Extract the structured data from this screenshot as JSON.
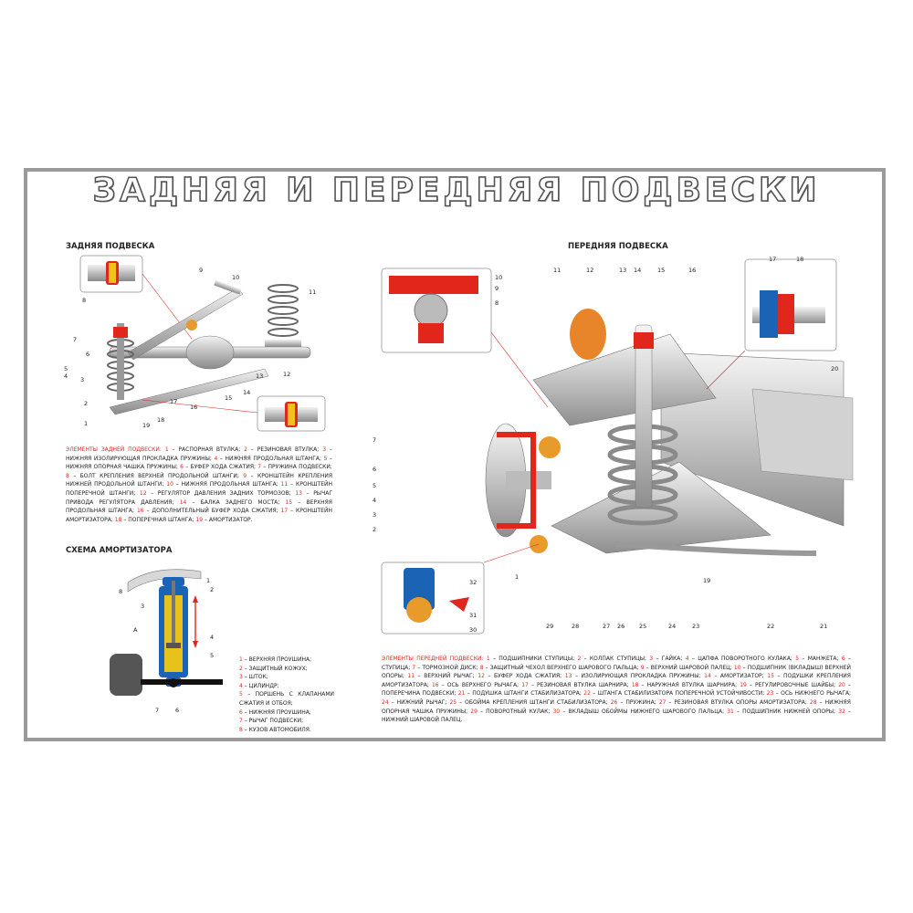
{
  "title": "ЗАДНЯЯ И ПЕРЕДНЯЯ ПОДВЕСКИ",
  "rear": {
    "heading": "ЗАДНЯЯ ПОДВЕСКА",
    "legend_title": "ЭЛЕМЕНТЫ ЗАДНЕЙ ПОДВЕСКИ:",
    "items": [
      {
        "n": "1",
        "t": "РАСПОРНАЯ ВТУЛКА;"
      },
      {
        "n": "2",
        "t": "РЕЗИНОВАЯ ВТУЛКА;"
      },
      {
        "n": "3",
        "t": "НИЖНЯЯ ИЗОЛИРУЮЩАЯ ПРОКЛАДКА ПРУЖИНЫ;"
      },
      {
        "n": "4",
        "t": "НИЖНЯЯ ПРОДОЛЬНАЯ ШТАНГА;"
      },
      {
        "n": "5",
        "t": "НИЖНЯЯ ОПОРНАЯ ЧАШКА ПРУЖИНЫ;"
      },
      {
        "n": "6",
        "t": "БУФЕР ХОДА СЖАТИЯ;"
      },
      {
        "n": "7",
        "t": "ПРУЖИНА ПОДВЕСКИ;"
      },
      {
        "n": "8",
        "t": "БОЛТ КРЕПЛЕНИЯ ВЕРХНЕЙ ПРОДОЛЬНОЙ ШТАНГИ;"
      },
      {
        "n": "9",
        "t": "КРОНШТЕЙН КРЕПЛЕНИЯ НИЖНЕЙ ПРОДОЛЬНОЙ ШТАНГИ;"
      },
      {
        "n": "10",
        "t": "НИЖНЯЯ ПРОДОЛЬНАЯ ШТАНГА;"
      },
      {
        "n": "11",
        "t": "КРОНШТЕЙН ПОПЕРЕЧНОЙ ШТАНГИ;"
      },
      {
        "n": "12",
        "t": "РЕГУЛЯТОР ДАВЛЕНИЯ ЗАДНИХ ТОРМОЗОВ;"
      },
      {
        "n": "13",
        "t": "РЫЧАГ ПРИВОДА РЕГУЛЯТОРА ДАВЛЕНИЯ;"
      },
      {
        "n": "14",
        "t": "БАЛКА ЗАДНЕГО МОСТА;"
      },
      {
        "n": "15",
        "t": "ВЕРХНЯЯ ПРОДОЛЬНАЯ ШТАНГА;"
      },
      {
        "n": "16",
        "t": "ДОПОЛНИТЕЛЬНЫЙ БУФЕР ХОДА СЖАТИЯ;"
      },
      {
        "n": "17",
        "t": "КРОНШТЕЙН АМОРТИЗАТОРА;"
      },
      {
        "n": "18",
        "t": "ПОПЕРЕЧНАЯ ШТАНГА;"
      },
      {
        "n": "19",
        "t": "АМОРТИЗАТОР."
      }
    ]
  },
  "shock": {
    "heading": "СХЕМА АМОРТИЗАТОРА",
    "items": [
      {
        "n": "1",
        "t": "ВЕРХНЯЯ ПРОУШИНА;"
      },
      {
        "n": "2",
        "t": "ЗАЩИТНЫЙ КОЖУХ;"
      },
      {
        "n": "3",
        "t": "ШТОК;"
      },
      {
        "n": "4",
        "t": "ЦИЛИНДР;"
      },
      {
        "n": "5",
        "t": "ПОРШЕНЬ С КЛАПАНАМИ СЖАТИЯ И ОТБОЯ;"
      },
      {
        "n": "6",
        "t": "НИЖНЯЯ ПРОУШИНА;"
      },
      {
        "n": "7",
        "t": "РЫЧАГ ПОДВЕСКИ;"
      },
      {
        "n": "8",
        "t": "КУЗОВ АВТОМОБИЛЯ."
      }
    ]
  },
  "front": {
    "heading": "ПЕРЕДНЯЯ ПОДВЕСКА",
    "legend_title": "ЭЛЕМЕНТЫ ПЕРЕДНЕЙ ПОДВЕСКИ:",
    "items": [
      {
        "n": "1",
        "t": "ПОДШИПНИКИ СТУПИЦЫ;"
      },
      {
        "n": "2",
        "t": "КОЛПАК СТУПИЦЫ;"
      },
      {
        "n": "3",
        "t": "ГАЙКА;"
      },
      {
        "n": "4",
        "t": "ЦАПФА ПОВОРОТНОГО КУЛАКА;"
      },
      {
        "n": "5",
        "t": "МАНЖЕТА;"
      },
      {
        "n": "6",
        "t": "СТУПИЦА;"
      },
      {
        "n": "7",
        "t": "ТОРМОЗНОЙ ДИСК;"
      },
      {
        "n": "8",
        "t": "ЗАЩИТНЫЙ ЧЕХОЛ ВЕРХНЕГО ШАРОВОГО ПАЛЬЦА;"
      },
      {
        "n": "9",
        "t": "ВЕРХНИЙ ШАРОВОЙ ПАЛЕЦ;"
      },
      {
        "n": "10",
        "t": "ПОДШИПНИК (ВКЛАДЫШ) ВЕРХНЕЙ ОПОРЫ;"
      },
      {
        "n": "11",
        "t": "ВЕРХНИЙ РЫЧАГ;"
      },
      {
        "n": "12",
        "t": "БУФЕР ХОДА СЖАТИЯ;"
      },
      {
        "n": "13",
        "t": "ИЗОЛИРУЮЩАЯ ПРОКЛАДКА ПРУЖИНЫ;"
      },
      {
        "n": "14",
        "t": "АМОРТИЗАТОР;"
      },
      {
        "n": "15",
        "t": "ПОДУШКИ КРЕПЛЕНИЯ АМОРТИЗАТОРА;"
      },
      {
        "n": "16",
        "t": "ОСЬ ВЕРХНЕГО РЫЧАГА;"
      },
      {
        "n": "17",
        "t": "РЕЗИНОВАЯ ВТУЛКА ШАРНИРА;"
      },
      {
        "n": "18",
        "t": "НАРУЖНАЯ ВТУЛКА ШАРНИРА;"
      },
      {
        "n": "19",
        "t": "РЕГУЛИРОВОЧНЫЕ ШАЙБЫ;"
      },
      {
        "n": "20",
        "t": "ПОПЕРЕЧИНА ПОДВЕСКИ;"
      },
      {
        "n": "21",
        "t": "ПОДУШКА ШТАНГИ СТАБИЛИЗАТОРА;"
      },
      {
        "n": "22",
        "t": "ШТАНГА СТАБИЛИЗАТОРА ПОПЕРЕЧНОЙ УСТОЙЧИВОСТИ;"
      },
      {
        "n": "23",
        "t": "ОСЬ НИЖНЕГО РЫЧАГА;"
      },
      {
        "n": "24",
        "t": "НИЖНИЙ РЫЧАГ;"
      },
      {
        "n": "25",
        "t": "ОБОЙМА КРЕПЛЕНИЯ ШТАНГИ СТАБИЛИЗАТОРА;"
      },
      {
        "n": "26",
        "t": "ПРУЖИНА;"
      },
      {
        "n": "27",
        "t": "РЕЗИНОВАЯ ВТУЛКА ОПОРЫ АМОРТИЗАТОРА;"
      },
      {
        "n": "28",
        "t": "НИЖНЯЯ ОПОРНАЯ ЧАШКА ПРУЖИНЫ;"
      },
      {
        "n": "29",
        "t": "ПОВОРОТНЫЙ КУЛАК;"
      },
      {
        "n": "30",
        "t": "ВКЛАДЫШ ОБОЙМЫ НИЖНЕГО ШАРОВОГО ПАЛЬЦА;"
      },
      {
        "n": "31",
        "t": "ПОДШИПНИК НИЖНЕЙ ОПОРЫ;"
      },
      {
        "n": "32",
        "t": "НИЖНИЙ ШАРОВОЙ ПАЛЕЦ."
      }
    ]
  },
  "colors": {
    "accent": "#e1261c",
    "frame": "#9a9a9a",
    "metal": "#c9c9c9",
    "spring_oil": "#e8c21a",
    "cylinder_blue": "#1b63b5"
  }
}
